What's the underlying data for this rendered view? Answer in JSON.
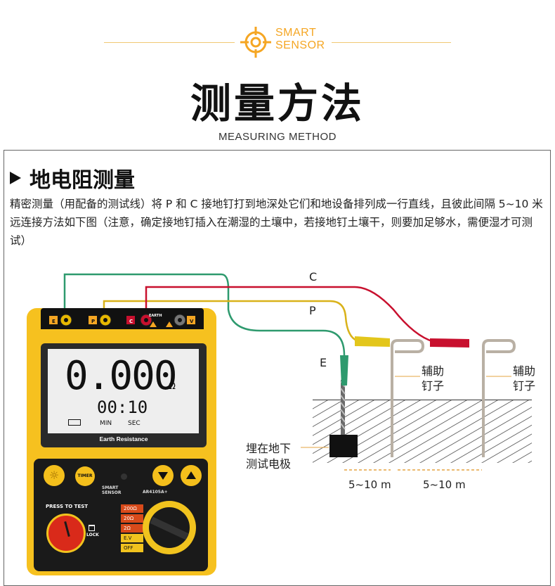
{
  "header": {
    "brand_line1": "SMART",
    "brand_line2": "SENSOR",
    "title": "测量方法",
    "subtitle": "MEASURING METHOD",
    "accent_color": "#f5a623"
  },
  "section": {
    "title": "地电阻测量",
    "description": "精密测量（用配备的测试线）将 P 和 C 接地钉打到地深处它们和地设备排列成一行直线，且彼此间隔 5~10 米远连接方法如下图（注意，确定接地钉插入在潮湿的土壤中，若接地钉土壤干，则要加足够水，需便湿才可测试）"
  },
  "diagram": {
    "wire_labels": {
      "c": "C",
      "p": "P",
      "e": "E"
    },
    "aux_spike_label_1": "辅助\n钉子",
    "aux_spike_label_2": "辅助\n钉子",
    "buried_electrode_label": "埋在地下\n测试电极",
    "distance_1": "5~10 m",
    "distance_2": "5~10 m",
    "wire_colors": {
      "e": "#2e9a6e",
      "p": "#d9b21a",
      "c": "#c8102e"
    }
  },
  "meter": {
    "jack_labels": [
      "E",
      "P",
      "C",
      "EARTH",
      "V"
    ],
    "display_value": "0.000",
    "display_unit": "Ω",
    "timer_value": "00:10",
    "timer_min_label": "MIN",
    "timer_sec_label": "SEC",
    "panel_label": "Earth Resistance",
    "timer_button": "TIMER",
    "brand_line1": "SMART",
    "brand_line2": "SENSOR",
    "model": "AR4105A+",
    "press_to_test": "PRESS TO TEST",
    "lock_label": "LOCK",
    "ranges": [
      "200Ω",
      "20Ω",
      "2Ω",
      "E.V",
      "OFF"
    ]
  }
}
